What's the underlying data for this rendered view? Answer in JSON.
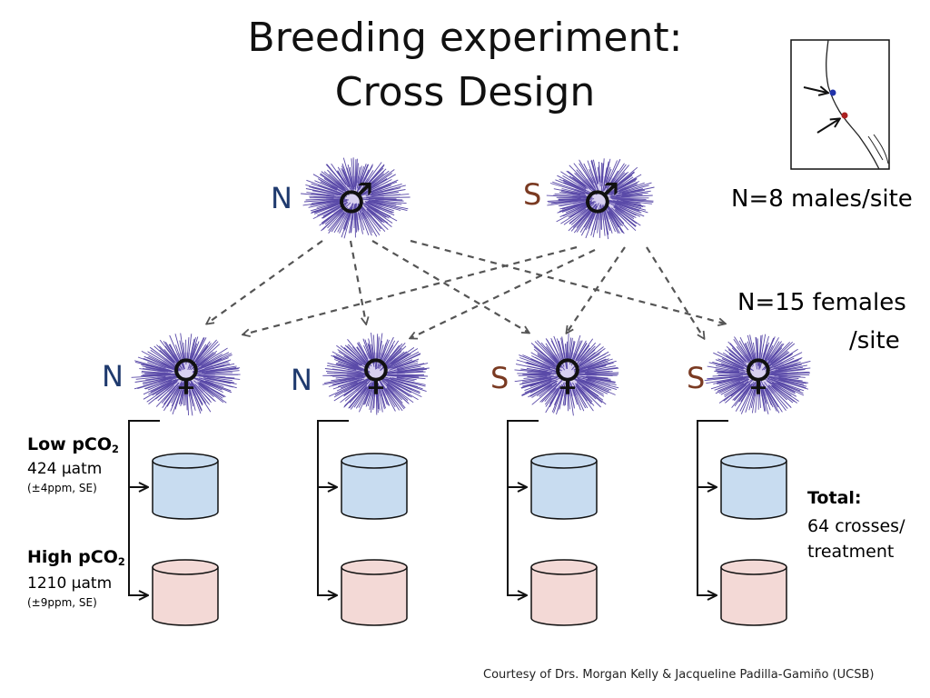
{
  "title": {
    "line1": "Breeding experiment:",
    "line2": "Cross Design"
  },
  "males": {
    "sites": [
      "N",
      "S"
    ],
    "symbol": "♂",
    "count_label": "N=8 males/site"
  },
  "females": {
    "sites": [
      "N",
      "N",
      "S",
      "S"
    ],
    "symbol": "♀",
    "count_label_line1": "N=15 females",
    "count_label_line2": "/site"
  },
  "treatments": {
    "low": {
      "label": "Low pCO",
      "label_sub": "2",
      "value": "424 µatm",
      "se": "(±4ppm, SE)"
    },
    "high": {
      "label": "High pCO",
      "label_sub": "2",
      "value": "1210 µatm",
      "se": "(±9ppm, SE)"
    }
  },
  "total": {
    "label": "Total:",
    "line1": "64 crosses/",
    "line2": "treatment"
  },
  "credit": "Courtesy of Drs. Morgan Kelly & Jacqueline Padilla-Gamiño (UCSB)",
  "colors": {
    "site_N": "#1f3a6e",
    "site_S": "#7a3a22",
    "urchin": "#5a4aa8",
    "low_tank": "#c8dcf0",
    "high_tank": "#f3d9d6",
    "arrow": "#555555"
  }
}
